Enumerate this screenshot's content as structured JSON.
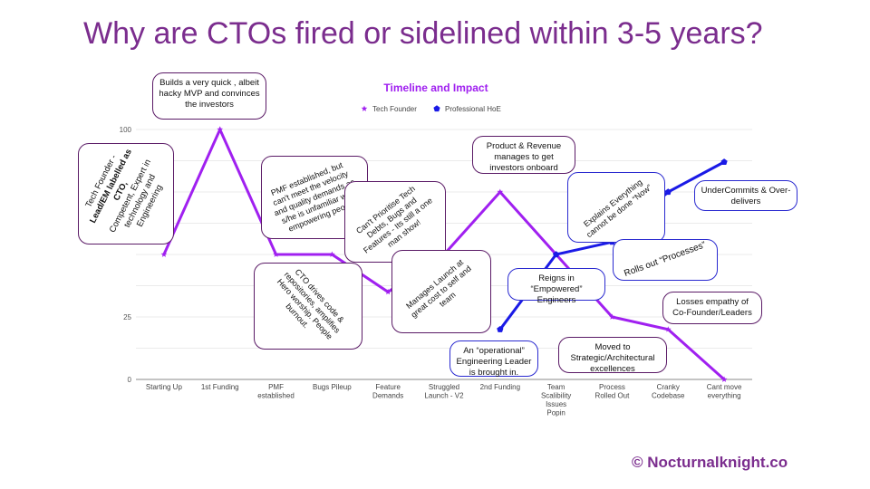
{
  "slide_title": "Why are CTOs fired or sidelined within 3-5 years?",
  "copyright": "© Nocturnalknight.co",
  "colors": {
    "title": "#7b2d8e",
    "tech_founder": "#a020f0",
    "professional_hoe": "#1a1ae6",
    "chart_title": "#a020f0"
  },
  "chart_data": {
    "type": "line",
    "title": "Timeline and Impact",
    "xlabel": "",
    "ylabel": "",
    "categories": [
      "Starting Up",
      "1st Funding",
      "PMF established",
      "Bugs Pileup",
      "Feature Demands",
      "Struggled Launch - V2",
      "2nd Funding",
      "Team Scalibility Issues Popin",
      "Process Rolled Out",
      "Cranky Codebase",
      "Cant move everything"
    ],
    "ylim": [
      0,
      100
    ],
    "yticks": [
      0,
      25,
      100
    ],
    "grid": true,
    "legend_position": "top",
    "series": [
      {
        "name": "Tech Founder",
        "color": "#a020f0",
        "marker": "star",
        "values": [
          50,
          100,
          50,
          50,
          35,
          50,
          75,
          50,
          25,
          20,
          0
        ]
      },
      {
        "name": "Professional HoE",
        "color": "#1a1ae6",
        "marker": "pentagon",
        "values": [
          null,
          null,
          null,
          null,
          null,
          null,
          20,
          50,
          55,
          75,
          87
        ]
      }
    ]
  },
  "annotations": {
    "tech_founder_lines": [
      "Tech Founder -",
      "Lead/EM labelled as",
      "CTO,",
      "Competent, Expert in",
      "technology and Engineering"
    ],
    "hacky_mvp": "Builds a very quick , albeit hacky MVP and convinces the investors",
    "pmf_velocity": "PMF established, but can't meet the velocity and quality demands as s/he is unfamiliar with empowering people",
    "cto_drives_code": "CTO drives code & repositories, amplifies Hero worship. People burnout.",
    "cant_prioritise": "Can't Prioritise Tech Debts, Bugs and Features - Its still a one man show!",
    "manages_launch": "Manages Launch at great cost to self and team",
    "product_revenue": "Product & Revenue manages to get investors onboard",
    "operational_leader": "An “operational” Engineering Leader is brought in.",
    "reigns_in": "Reigns in “Empowered” Engineers",
    "explains_everything": "Explains Everything cannot be done “Now”",
    "rolls_out": "Rolls out “Processes”",
    "undercommits": "UnderCommits & Over-delivers",
    "moved_strategic": "Moved to Strategic/Architectural excellences",
    "losses_empathy": "Losses empathy of Co-Founder/Leaders"
  }
}
